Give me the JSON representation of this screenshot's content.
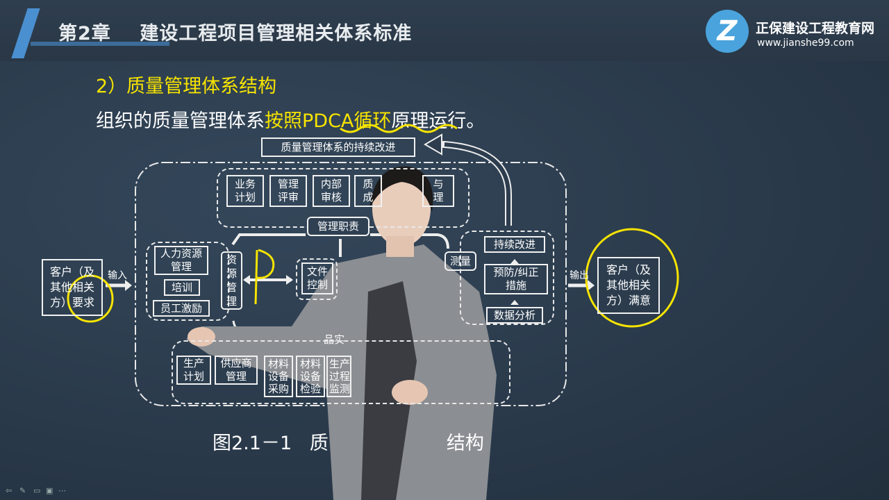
{
  "header": {
    "title": "第2章    建设工程项目管理相关体系标准",
    "logo_mark": "Z",
    "logo_name": "正保建设工程教育网",
    "logo_url": "www.jianshe99.com"
  },
  "slide": {
    "section": "2）质量管理体系结构",
    "sentence_pre": "组织的质量管理体系",
    "sentence_hl": "按照PDCA循环",
    "sentence_post": "原理运行。",
    "annotation_p": "P"
  },
  "diagram": {
    "improve_top": "质量管理体系的持续改进",
    "top_items": [
      "业务\n计划",
      "管理\n评审",
      "内部\n审核",
      "质\n成",
      "与\n理"
    ],
    "mgmt_duty": "管理职责",
    "hr": "人力资源\n管理",
    "training": "培训",
    "motivation": "员工激励",
    "resource": "资\n源\n管\n理",
    "doc_control": "文件\n控制",
    "measure": "测量",
    "continuous": "持续改进",
    "prevent": "预防/纠正\n措施",
    "data_analysis": "数据分析",
    "realization": "品实",
    "bottom_items": [
      "生产\n计划",
      "供应商\n管理",
      "材料\n设备\n采购",
      "材料\n设备\n检验",
      "生产\n过程\n监测"
    ],
    "input_label": "输入",
    "output_label": "输出",
    "customer_req": "客户（及\n其他相关\n方）要求",
    "customer_sat": "客户（及\n其他相关\n方）满意",
    "caption_a": "图2.1－1   质",
    "caption_b": "结构"
  },
  "player": {
    "icons": [
      "back-icon",
      "pen-icon",
      "eraser-icon",
      "screen-icon",
      "more-icon"
    ]
  }
}
